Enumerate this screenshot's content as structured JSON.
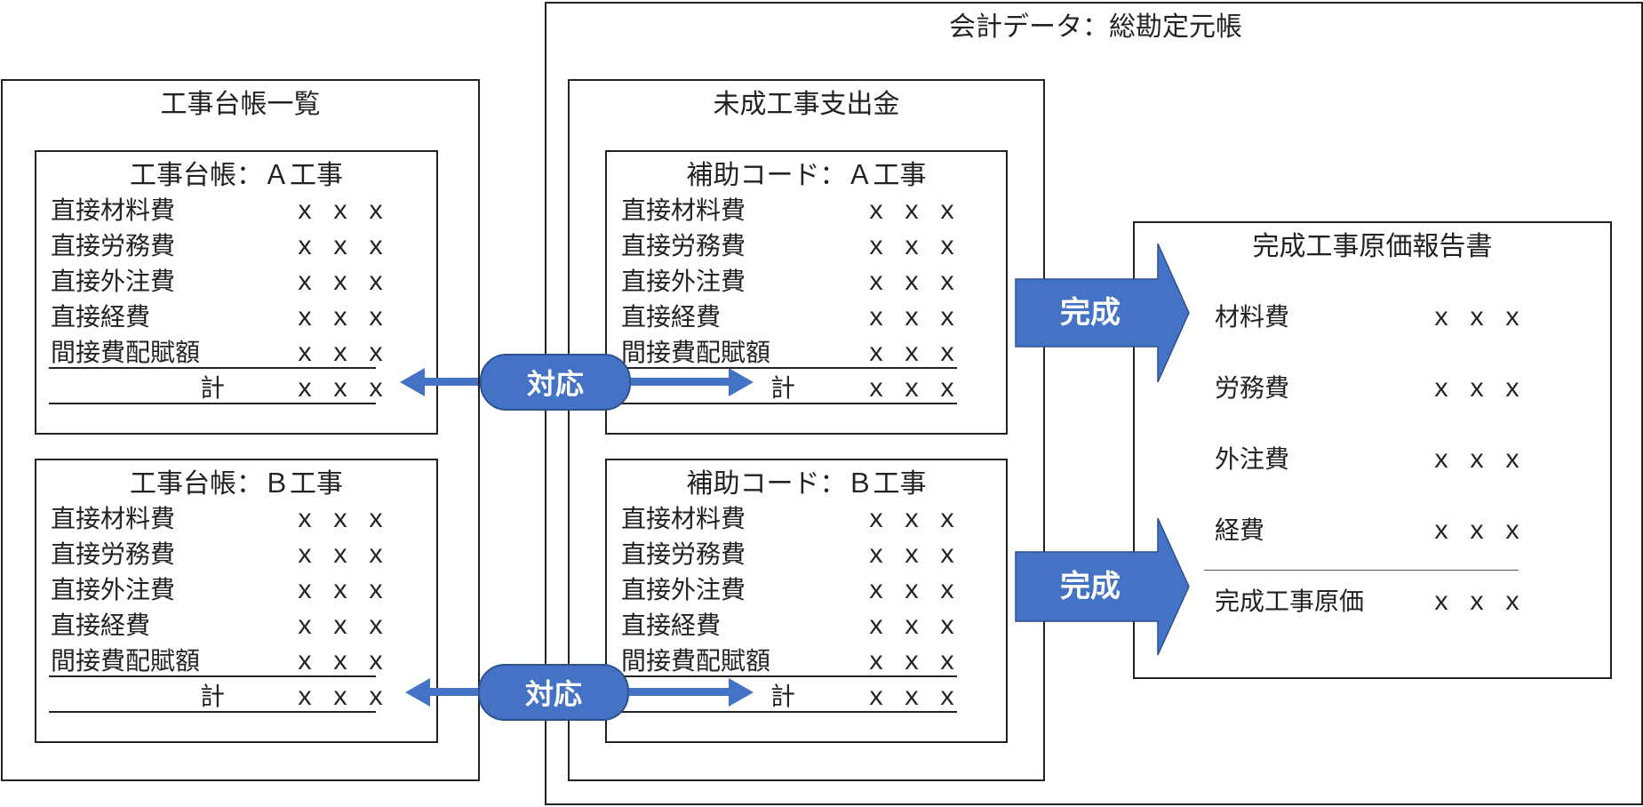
{
  "ledger_list": {
    "title": "工事台帳一覧",
    "ledgers": [
      {
        "title": "工事台帳：Ａ工事",
        "rows": [
          {
            "label": "直接材料費",
            "value": "ｘｘｘ"
          },
          {
            "label": "直接労務費",
            "value": "ｘｘｘ"
          },
          {
            "label": "直接外注費",
            "value": "ｘｘｘ"
          },
          {
            "label": "直接経費",
            "value": "ｘｘｘ"
          },
          {
            "label": "間接費配賦額",
            "value": "ｘｘｘ"
          }
        ],
        "total": {
          "label": "計",
          "value": "ｘｘｘ"
        }
      },
      {
        "title": "工事台帳：Ｂ工事",
        "rows": [
          {
            "label": "直接材料費",
            "value": "ｘｘｘ"
          },
          {
            "label": "直接労務費",
            "value": "ｘｘｘ"
          },
          {
            "label": "直接外注費",
            "value": "ｘｘｘ"
          },
          {
            "label": "直接経費",
            "value": "ｘｘｘ"
          },
          {
            "label": "間接費配賦額",
            "value": "ｘｘｘ"
          }
        ],
        "total": {
          "label": "計",
          "value": "ｘｘｘ"
        }
      }
    ]
  },
  "accounting": {
    "title": "会計データ：総勘定元帳",
    "account": {
      "title": "未成工事支出金",
      "subcodes": [
        {
          "title": "補助コード：Ａ工事",
          "rows": [
            {
              "label": "直接材料費",
              "value": "ｘｘｘ"
            },
            {
              "label": "直接労務費",
              "value": "ｘｘｘ"
            },
            {
              "label": "直接外注費",
              "value": "ｘｘｘ"
            },
            {
              "label": "直接経費",
              "value": "ｘｘｘ"
            },
            {
              "label": "間接費配賦額",
              "value": "ｘｘｘ"
            }
          ],
          "total": {
            "label": "計",
            "value": "ｘｘｘ"
          }
        },
        {
          "title": "補助コード：Ｂ工事",
          "rows": [
            {
              "label": "直接材料費",
              "value": "ｘｘｘ"
            },
            {
              "label": "直接労務費",
              "value": "ｘｘｘ"
            },
            {
              "label": "直接外注費",
              "value": "ｘｘｘ"
            },
            {
              "label": "直接経費",
              "value": "ｘｘｘ"
            },
            {
              "label": "間接費配賦額",
              "value": "ｘｘｘ"
            }
          ],
          "total": {
            "label": "計",
            "value": "ｘｘｘ"
          }
        }
      ]
    }
  },
  "report": {
    "title": "完成工事原価報告書",
    "rows": [
      {
        "label": "材料費",
        "value": "ｘｘｘ"
      },
      {
        "label": "労務費",
        "value": "ｘｘｘ"
      },
      {
        "label": "外注費",
        "value": "ｘｘｘ"
      },
      {
        "label": "経費",
        "value": "ｘｘｘ"
      }
    ],
    "total": {
      "label": "完成工事原価",
      "value": "ｘｘｘ"
    }
  },
  "connectors": {
    "correspond_label": "対応",
    "complete_label": "完成"
  },
  "colors": {
    "arrow_fill": "#4472c4",
    "arrow_border": "#2f528f",
    "line": "#222222"
  }
}
